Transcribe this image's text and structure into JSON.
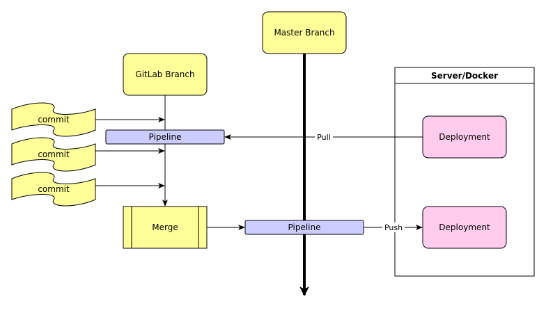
{
  "colors": {
    "branch_fill": "#ffff99",
    "pipeline_fill": "#ccccff",
    "deployment_fill": "#ffccee",
    "stroke": "#000000"
  },
  "nodes": {
    "master_branch": "Master Branch",
    "gitlab_branch": "GitLab Branch",
    "commits": [
      "commit",
      "commit",
      "commit"
    ],
    "pipeline_branch": "Pipeline",
    "merge": "Merge",
    "pipeline_master": "Pipeline",
    "server_title": "Server/Docker",
    "deployment_top": "Deployment",
    "deployment_bottom": "Deployment"
  },
  "edges": {
    "pull_label": "Pull",
    "push_label": "Push"
  }
}
